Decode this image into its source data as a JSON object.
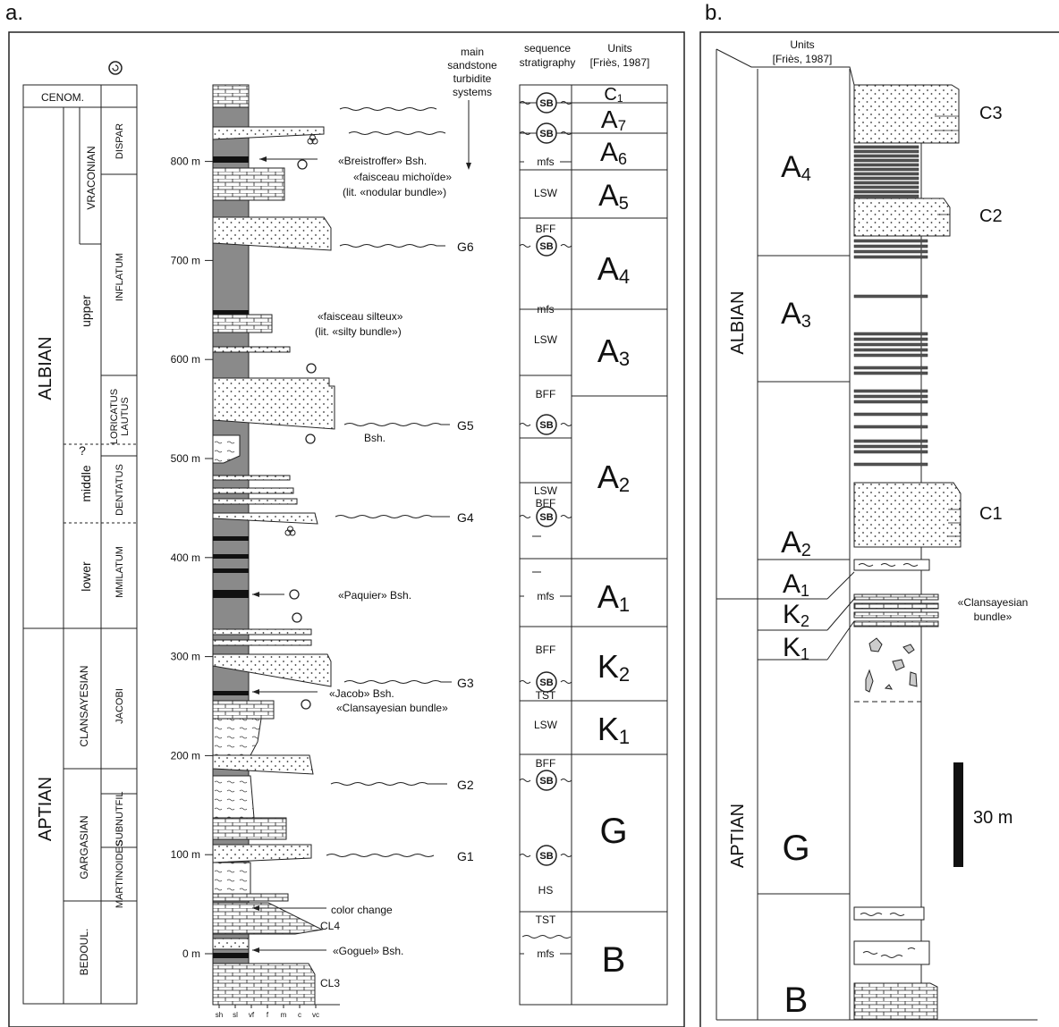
{
  "panel_a": {
    "label": "a.",
    "chrono": {
      "cenom": "CENOM.",
      "albian": "ALBIAN",
      "aptian": "APTIAN",
      "upper": "upper",
      "middle": "middle",
      "lower": "lower",
      "vraconian": "VRACONIAN",
      "clansayesian": "CLANSAYESIAN",
      "gargasian": "GARGASIAN",
      "bedoul": "BEDOUL.",
      "query": "?",
      "zones": {
        "dispar": "DISPAR",
        "inflatum": "INFLATUM",
        "loricatus": "LORICATUS",
        "lautus": "LAUTUS",
        "dentatus": "DENTATUS",
        "mmilatum": "MMILATUM",
        "jacobi": "JACOBI",
        "subnutfil": "SUBNUTFIL",
        "martinoides": "MARTINOIDES"
      }
    },
    "depth_ticks": [
      {
        "label": "800 m",
        "value": 800
      },
      {
        "label": "700 m",
        "value": 700
      },
      {
        "label": "600 m",
        "value": 600
      },
      {
        "label": "500 m",
        "value": 500
      },
      {
        "label": "400 m",
        "value": 400
      },
      {
        "label": "300 m",
        "value": 300
      },
      {
        "label": "200 m",
        "value": 200
      },
      {
        "label": "100 m",
        "value": 100
      },
      {
        "label": "0 m",
        "value": 0
      }
    ],
    "grain_axis": [
      "sh",
      "sl",
      "vf",
      "f",
      "m",
      "c",
      "vc"
    ],
    "annotations": {
      "breistroffer": "«Breistroffer» Bsh.",
      "michoide1": "«faisceau michoïde»",
      "michoide2": "(lit. «nodular bundle»)",
      "silteux1": "«faisceau silteux»",
      "silteux2": "(lit. «silty bundle»)",
      "bsh": "Bsh.",
      "paquier": "«Paquier» Bsh.",
      "jacob": "«Jacob» Bsh.",
      "clansayesian_bundle": "«Clansayesian bundle»",
      "color_change": "color change",
      "cl4": "CL4",
      "goguel": "«Goguel» Bsh.",
      "cl3": "CL3"
    },
    "turbidite_header": [
      "main",
      "sandstone",
      "turbidite",
      "systems"
    ],
    "turbidites": [
      "G6",
      "G5",
      "G4",
      "G3",
      "G2",
      "G1"
    ],
    "sequence_header": [
      "sequence",
      "stratigraphy"
    ],
    "units_header": [
      "Units",
      "[Friès, 1987]"
    ],
    "sequence_labels": {
      "sb": "SB",
      "mfs": "mfs",
      "lsw": "LSW",
      "bff": "BFF",
      "hs": "HS",
      "tst": "TST"
    },
    "units": [
      {
        "main": "C",
        "sub": "1"
      },
      {
        "main": "A",
        "sub": "7"
      },
      {
        "main": "A",
        "sub": "6"
      },
      {
        "main": "A",
        "sub": "5"
      },
      {
        "main": "A",
        "sub": "4"
      },
      {
        "main": "A",
        "sub": "3"
      },
      {
        "main": "A",
        "sub": "2"
      },
      {
        "main": "A",
        "sub": "1"
      },
      {
        "main": "K",
        "sub": "2"
      },
      {
        "main": "K",
        "sub": "1"
      },
      {
        "main": "G",
        "sub": ""
      },
      {
        "main": "B",
        "sub": ""
      }
    ]
  },
  "panel_b": {
    "label": "b.",
    "units_header": [
      "Units",
      "[Friès, 1987]"
    ],
    "albian": "ALBIAN",
    "aptian": "APTIAN",
    "units": [
      {
        "main": "A",
        "sub": "4"
      },
      {
        "main": "A",
        "sub": "3"
      },
      {
        "main": "A",
        "sub": "2"
      },
      {
        "main": "A",
        "sub": "1"
      },
      {
        "main": "K",
        "sub": "2"
      },
      {
        "main": "K",
        "sub": "1"
      },
      {
        "main": "G",
        "sub": ""
      },
      {
        "main": "B",
        "sub": ""
      }
    ],
    "beds": [
      "C3",
      "C2",
      "C1"
    ],
    "bundle": [
      "«Clansayesian",
      "bundle»"
    ],
    "scale": "30 m"
  }
}
